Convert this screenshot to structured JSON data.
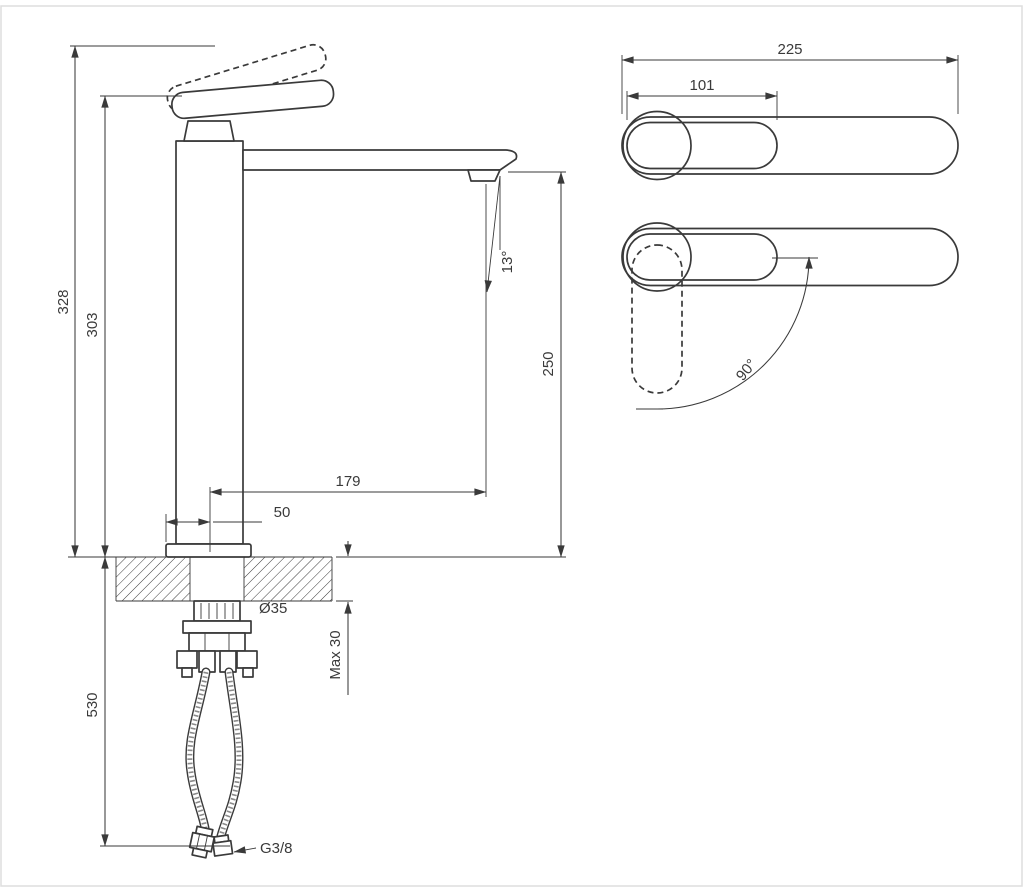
{
  "colors": {
    "line": "#3a3a3a"
  },
  "drawing": {
    "side_view": {
      "overall_height": "328",
      "body_height": "303",
      "hose_length": "530",
      "spout_height": "250",
      "spray_angle": "13°",
      "spout_reach": "179",
      "base_offset": "50",
      "hole_diameter": "Ø35",
      "max_deck_thickness": "Max 30",
      "connection_thread": "G3/8"
    },
    "top_view": {
      "overall_length": "225",
      "handle_length": "101",
      "handle_swivel": "90°"
    }
  }
}
